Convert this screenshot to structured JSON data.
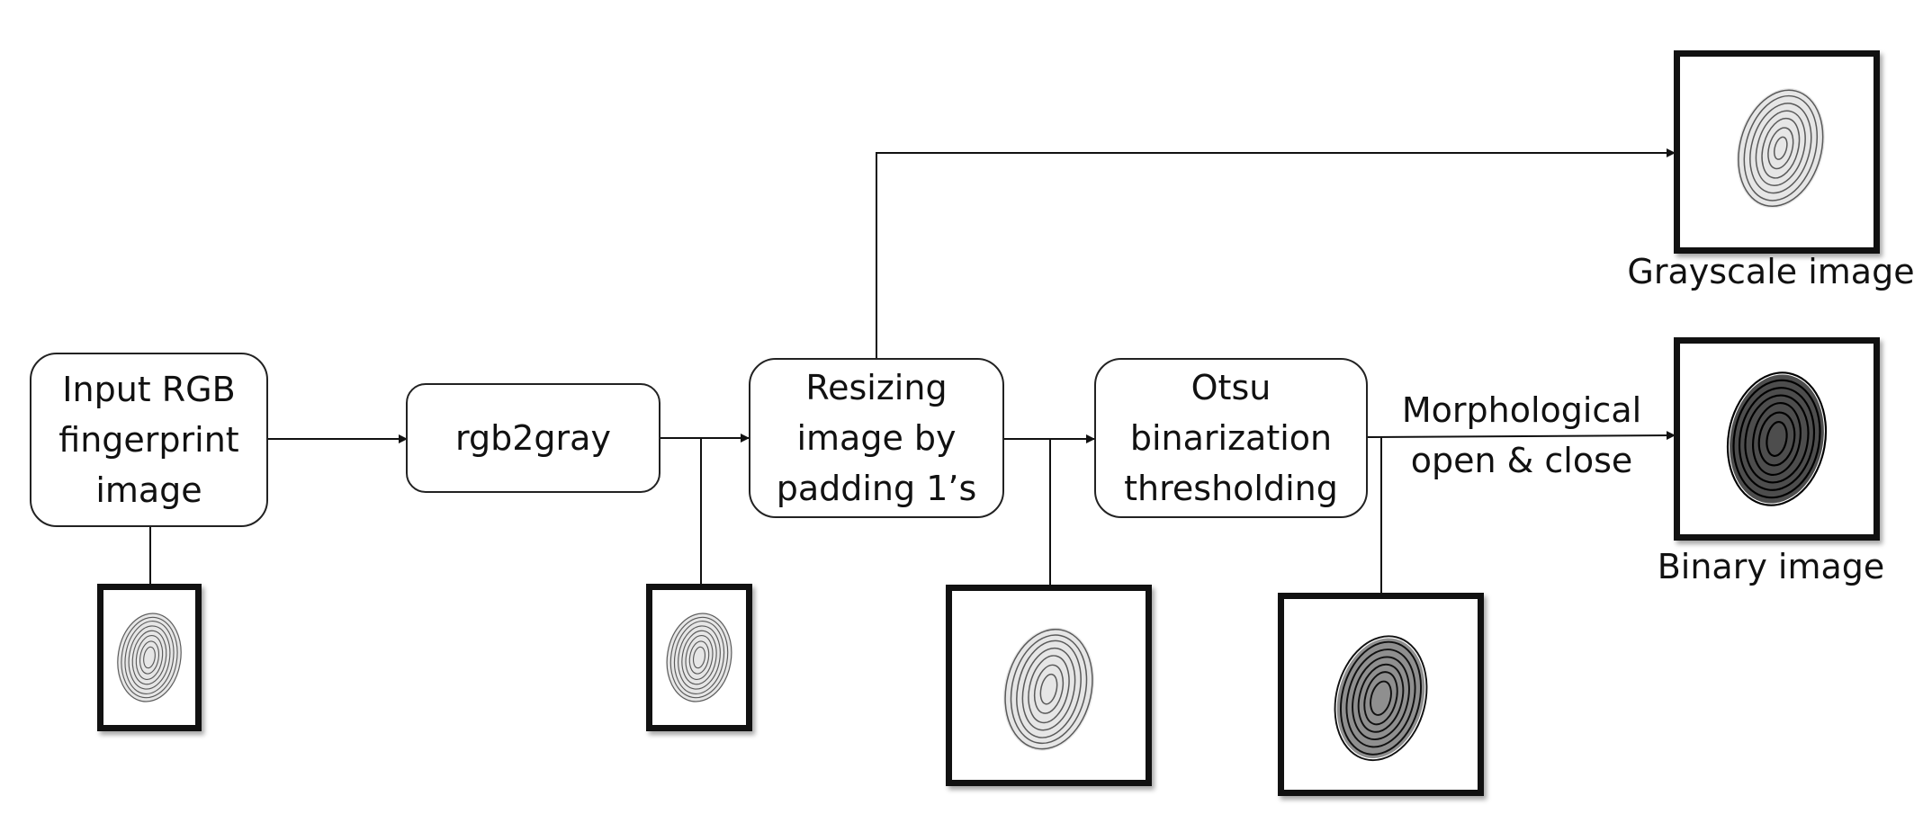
{
  "steps": {
    "input": {
      "line1": "Input RGB",
      "line2": "fingerprint",
      "line3": "image"
    },
    "gray": {
      "label": "rgb2gray"
    },
    "resize": {
      "line1": "Resizing",
      "line2": "image by",
      "line3": "padding 1’s"
    },
    "otsu": {
      "line1": "Otsu",
      "line2": "binarization",
      "line3": "thresholding"
    }
  },
  "edges": {
    "morph": {
      "line1": "Morphological",
      "line2": "open & close"
    }
  },
  "outputs": {
    "grayscale_caption": "Grayscale image",
    "binary_caption": "Binary image"
  }
}
